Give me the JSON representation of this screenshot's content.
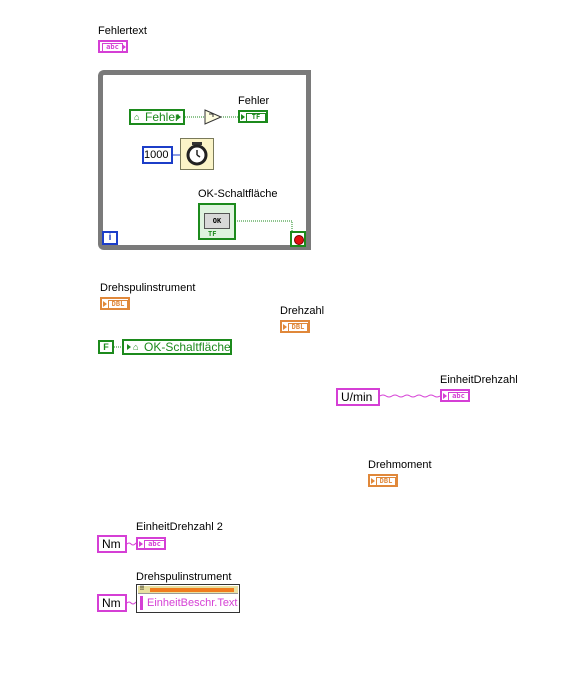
{
  "labels": {
    "fehlertext": "Fehlertext",
    "fehler": "Fehler",
    "ok_schaltflaeche": "OK-Schaltfläche",
    "drehspulinstrument_1": "Drehspulinstrument",
    "drehzahl": "Drehzahl",
    "einheit_drehzahl": "EinheitDrehzahl",
    "drehmoment": "Drehmoment",
    "einheit_drehzahl_2": "EinheitDrehzahl 2",
    "drehspulinstrument_2": "Drehspulinstrument"
  },
  "terminals": {
    "string_glyph": "abc",
    "dbl_glyph": "DBL",
    "tf_glyph": "TF",
    "ok_face": "OK"
  },
  "nodes": {
    "local_fehler": "Fehler",
    "wait_ms": "1000",
    "iteration": "i",
    "false_const": "F",
    "local_ok": "OK-Schaltfläche",
    "umin_const": "U/min",
    "nm_const_1": "Nm",
    "nm_const_2": "Nm",
    "property_name": "EinheitBeschr.Text",
    "prop_header": "!!"
  },
  "colors": {
    "string": "#d53fd5",
    "dbl": "#e0883a",
    "boolean": "#1c8a1c",
    "integer": "#1c3ec8",
    "loop": "#7a7a7a",
    "stop_red": "#e01010"
  },
  "icons": {
    "not_function": "not-gate-icon",
    "wait_function": "stopwatch-icon",
    "local_variable": "house-icon",
    "stop": "stop-icon"
  }
}
